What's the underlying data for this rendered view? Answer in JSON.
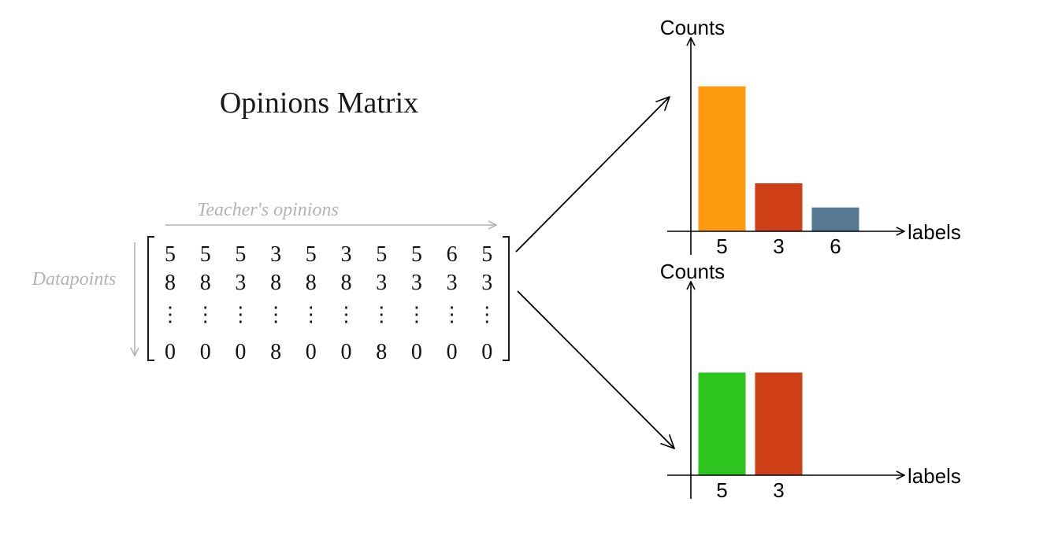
{
  "title": "Opinions Matrix",
  "matrix": {
    "column_axis_label": "Teacher's opinions",
    "row_axis_label": "Datapoints",
    "rows": [
      [
        "5",
        "5",
        "5",
        "3",
        "5",
        "3",
        "5",
        "5",
        "6",
        "5"
      ],
      [
        "8",
        "8",
        "3",
        "8",
        "8",
        "8",
        "3",
        "3",
        "3",
        "3"
      ],
      [
        "⋮",
        "⋮",
        "⋮",
        "⋮",
        "⋮",
        "⋮",
        "⋮",
        "⋮",
        "⋮",
        "⋮"
      ],
      [
        "0",
        "0",
        "0",
        "8",
        "0",
        "0",
        "8",
        "0",
        "0",
        "0"
      ]
    ]
  },
  "colors": {
    "label_5_row1": "#fd9a0f",
    "label_3": "#cf3f17",
    "label_6": "#567893",
    "label_5_row2": "#2ec420",
    "axis_annotation_gray": "#b3b3b3"
  },
  "chart_data": [
    {
      "type": "bar",
      "ylabel": "Counts",
      "xlabel": "labels",
      "categories": [
        "5",
        "3",
        "6"
      ],
      "values": [
        6,
        2,
        1
      ],
      "colors": [
        "#fd9a0f",
        "#cf3f17",
        "#567893"
      ]
    },
    {
      "type": "bar",
      "ylabel": "Counts",
      "xlabel": "labels",
      "categories": [
        "5",
        "3"
      ],
      "values": [
        5,
        5
      ],
      "colors": [
        "#2ec420",
        "#cf3f17"
      ]
    }
  ]
}
